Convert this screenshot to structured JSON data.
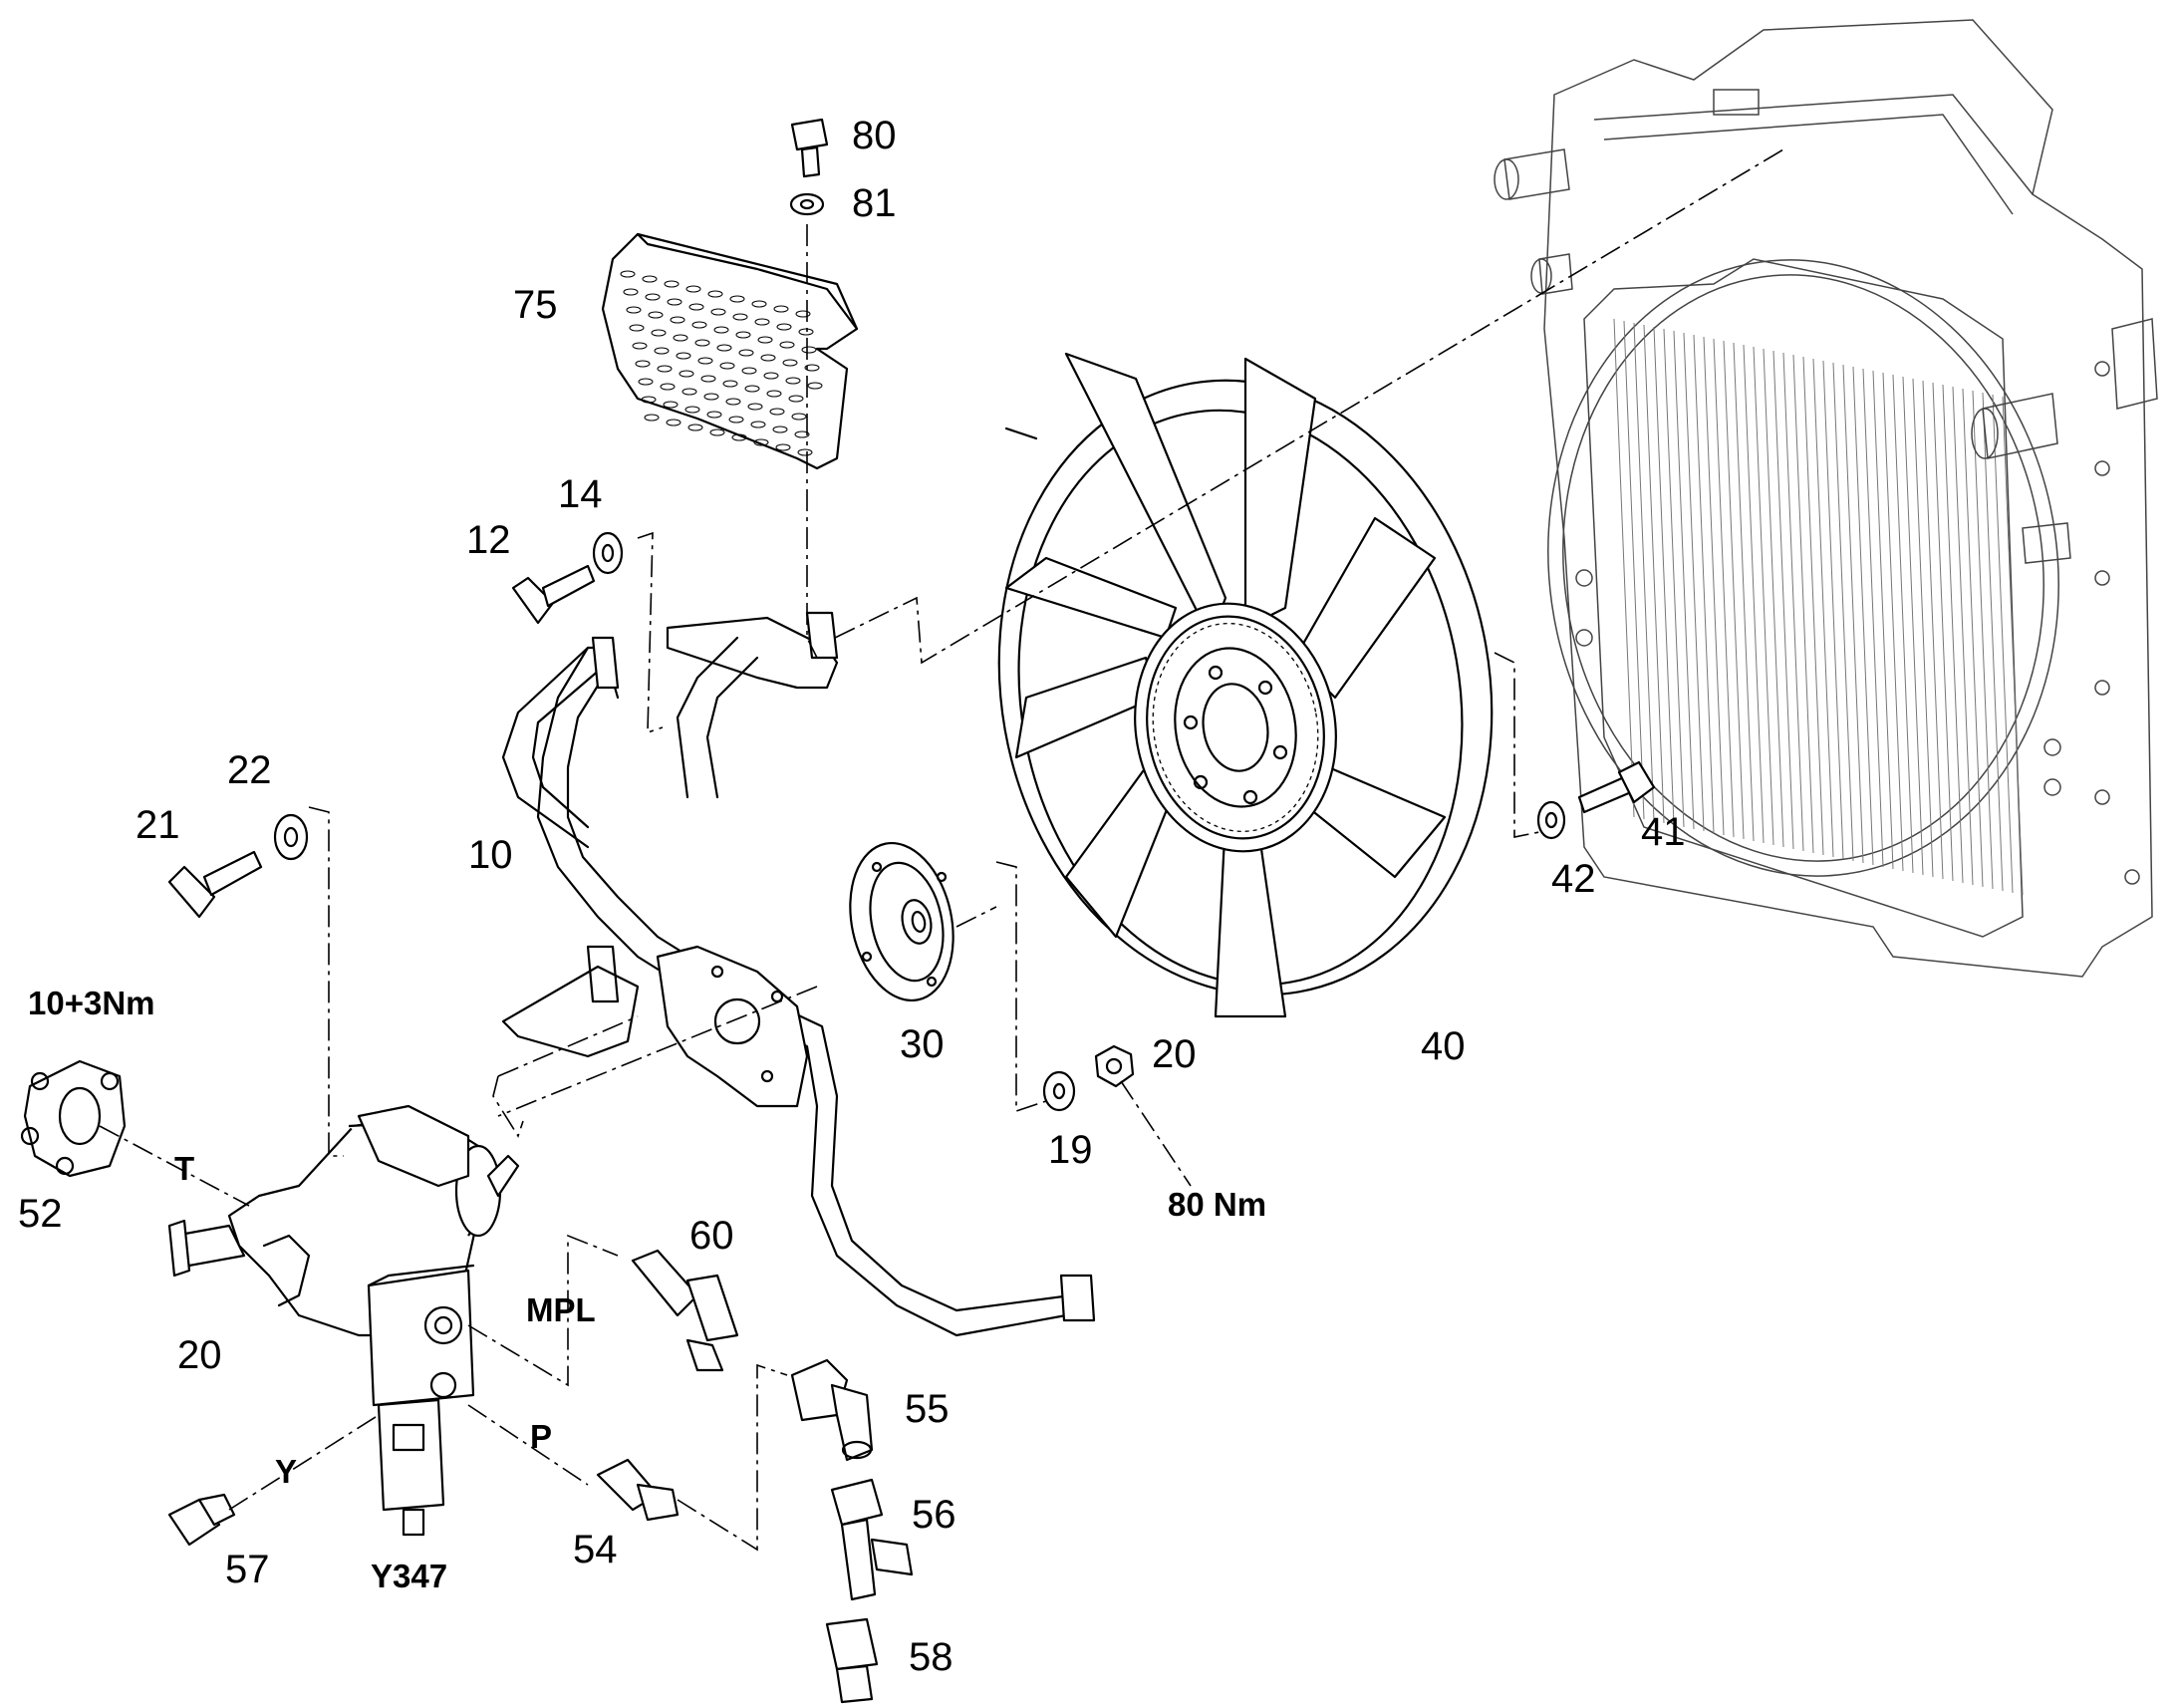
{
  "diagram": {
    "callouts": {
      "p80a": "80",
      "p81": "81",
      "p75": "75",
      "p14": "14",
      "p12": "12",
      "p22": "22",
      "p21": "21",
      "p10": "10",
      "p30": "30",
      "p40": "40",
      "p41": "41",
      "p42": "42",
      "p20nut": "20",
      "p19": "19",
      "p52": "52",
      "p20pump": "20",
      "p60": "60",
      "p55": "55",
      "p56": "56",
      "p58": "58",
      "p54": "54",
      "p57": "57"
    },
    "torques": {
      "hub": "80 Nm",
      "cover": "10+3Nm"
    },
    "ports": {
      "T": "T",
      "MPL": "MPL",
      "P": "P",
      "Y": "Y"
    },
    "component": {
      "valve": "Y347"
    }
  }
}
